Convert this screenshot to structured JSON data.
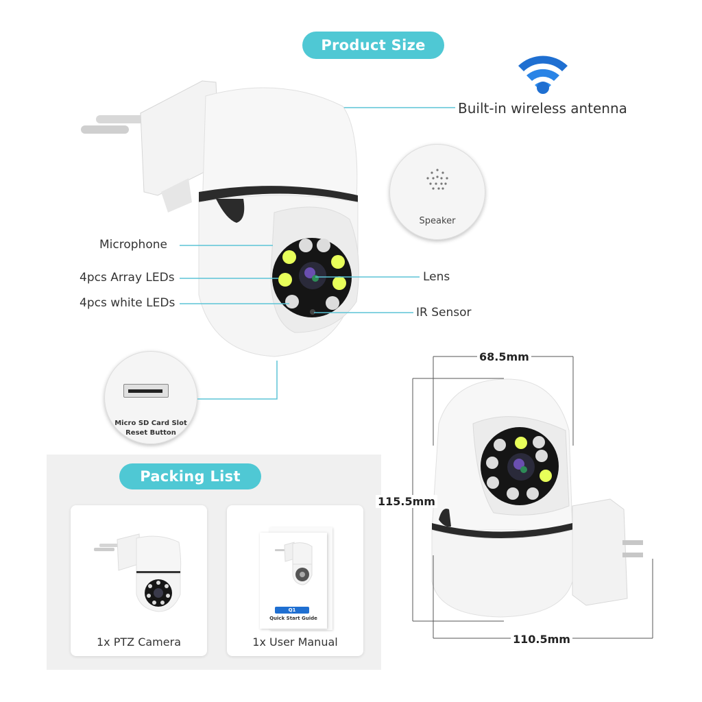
{
  "header": {
    "product_size_label": "Product Size"
  },
  "callouts": {
    "antenna": "Built-in wireless antenna",
    "speaker": "Speaker",
    "microphone": "Microphone",
    "array_leds": "4pcs Array LEDs",
    "white_leds": "4pcs white LEDs",
    "lens": "Lens",
    "ir_sensor": "IR Sensor",
    "sd_slot": "Micro SD Card Slot",
    "reset": "Reset Button"
  },
  "dimensions": {
    "width": "68.5mm",
    "height": "115.5mm",
    "depth": "110.5mm"
  },
  "packing": {
    "title": "Packing List",
    "items": [
      {
        "label": "1x PTZ Camera"
      },
      {
        "label": "1x User Manual"
      }
    ],
    "manual_tag": "Q1",
    "manual_subtitle": "Quick Start Guide"
  },
  "colors": {
    "accent": "#4fc8d4",
    "wifi": "#1f6fd1"
  }
}
